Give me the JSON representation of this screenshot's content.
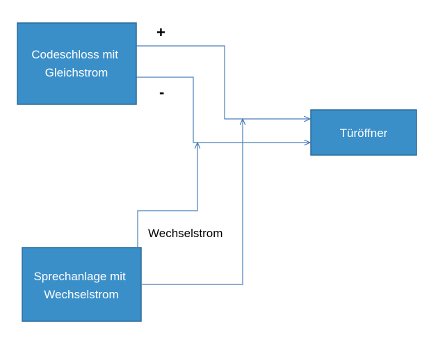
{
  "colors": {
    "box_fill": "#3A8FC9",
    "box_stroke": "#2A6A98",
    "line": "#4A7EBB"
  },
  "nodes": {
    "code_lock": {
      "lines": [
        "Codeschloss mit",
        "Gleichstrom"
      ]
    },
    "door_opener": {
      "lines": [
        "Türöffner"
      ]
    },
    "intercom": {
      "lines": [
        "Sprechanlage mit",
        "Wechselstrom"
      ]
    }
  },
  "edges": {
    "plus_sign": "+",
    "minus_sign": "-",
    "ac_label": "Wechselstrom"
  }
}
